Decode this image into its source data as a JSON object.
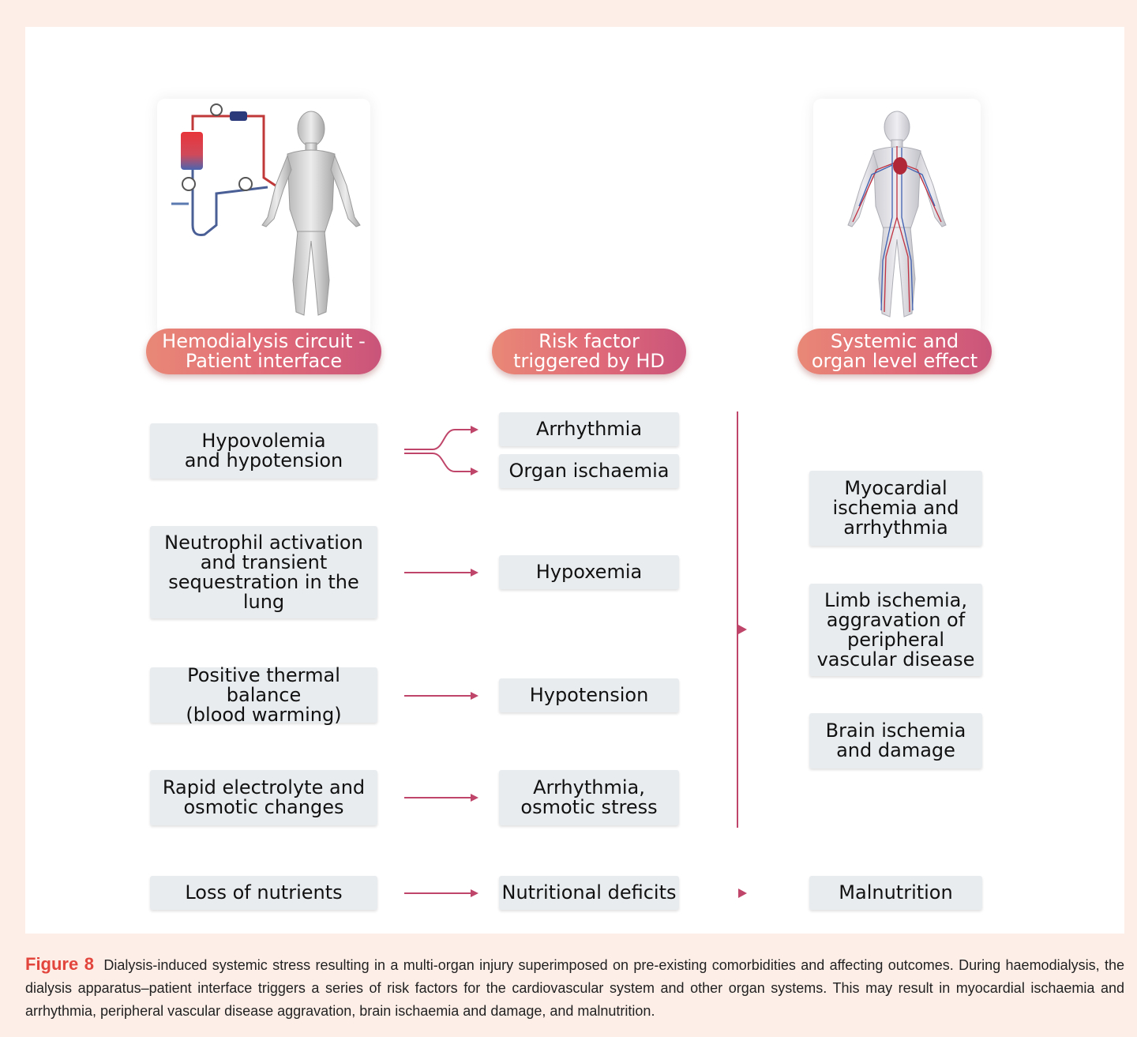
{
  "headers": {
    "col1": [
      "Hemodialysis circuit -",
      "Patient interface"
    ],
    "col2": [
      "Risk factor",
      "triggered by HD"
    ],
    "col3": [
      "Systemic and",
      "organ level effect"
    ]
  },
  "causes": [
    [
      "Hypovolemia",
      "and hypotension"
    ],
    [
      "Neutrophil activation",
      "and transient",
      "sequestration in the",
      "lung"
    ],
    [
      "Positive thermal balance",
      "(blood warming)"
    ],
    [
      "Rapid electrolyte and",
      "osmotic changes"
    ],
    [
      "Loss of nutrients"
    ]
  ],
  "risks": [
    [
      "Arrhythmia"
    ],
    [
      "Organ ischaemia"
    ],
    [
      "Hypoxemia"
    ],
    [
      "Hypotension"
    ],
    [
      "Arrhythmia,",
      "osmotic stress"
    ],
    [
      "Nutritional deficits"
    ]
  ],
  "effects": [
    [
      "Myocardial",
      "ischemia and",
      "arrhythmia"
    ],
    [
      "Limb ischemia,",
      "aggravation of",
      "peripheral",
      "vascular disease"
    ],
    [
      "Brain ischemia",
      "and damage"
    ],
    [
      "Malnutrition"
    ]
  ],
  "colors": {
    "arrow": "#c0456a",
    "box": "#e9ecef",
    "caption_label": "#e2453c"
  },
  "caption": {
    "label": "Figure 8",
    "text": "Dialysis-induced systemic stress resulting in a multi-organ injury superimposed on pre-existing comorbidities and affecting outcomes. During haemodialysis, the dialysis apparatus–patient interface triggers a series of risk factors for the cardiovascular system and other organ systems. This may result in myocardial ischaemia and arrhythmia, peripheral vascular disease aggravation, brain ischaemia and damage, and malnutrition."
  }
}
